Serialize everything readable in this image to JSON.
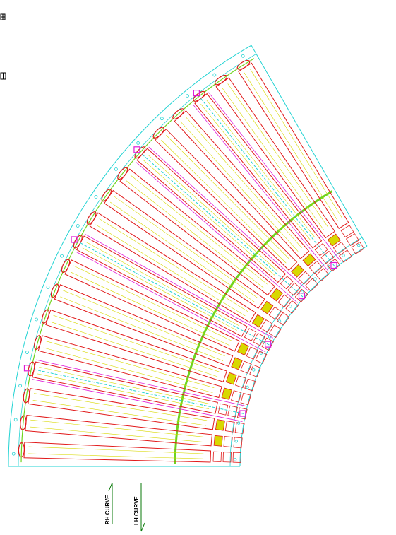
{
  "labels": {
    "rh_curve": "RH CURVE",
    "lh_curve": "LH CURVE"
  },
  "colors": {
    "frame_cyan": "#22d3d3",
    "roller_red": "#e11919",
    "centerline_yellow": "#d8d800",
    "curve_green": "#6fd41e",
    "drive_magenta": "#e01ad8",
    "label_green": "#0a7a0a",
    "marker_black": "#000000"
  },
  "icons": {
    "rh_direction": "arrow-up-icon",
    "lh_direction": "arrow-down-icon",
    "corner_markers": "small-symbol-icon"
  },
  "drawing": {
    "type": "curved roller conveyor plan view",
    "roller_count": 18,
    "drive_rollers": [
      3,
      8,
      12,
      15
    ],
    "yellow_band_rollers": [
      1,
      2,
      4,
      5,
      6,
      7,
      9,
      10,
      11,
      13,
      14,
      16
    ]
  }
}
